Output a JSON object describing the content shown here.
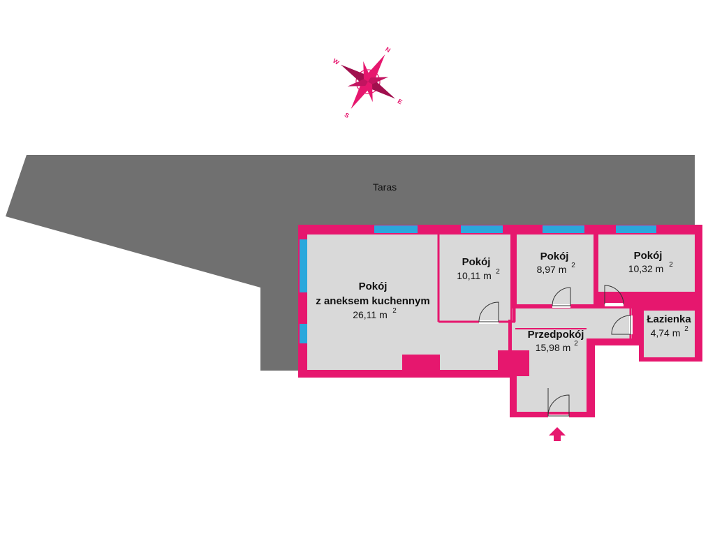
{
  "colors": {
    "wall": "#e6176e",
    "floor": "#d9d9d9",
    "terrace": "#707070",
    "window": "#2aa8dc",
    "label": "#111111"
  },
  "compass": {
    "n": "N",
    "e": "E",
    "s": "S",
    "w": "W"
  },
  "terrace": {
    "label": "Taras"
  },
  "rooms": [
    {
      "id": "living",
      "line1": "Pokój",
      "line2": "z aneksem kuchennym",
      "area": "26,11 m",
      "sup": "2"
    },
    {
      "id": "room1",
      "line1": "Pokój",
      "area": "10,11 m",
      "sup": "2"
    },
    {
      "id": "room2",
      "line1": "Pokój",
      "area": "8,97 m",
      "sup": "2"
    },
    {
      "id": "room3",
      "line1": "Pokój",
      "area": "10,32 m",
      "sup": "2"
    },
    {
      "id": "bathroom",
      "line1": "Łazienka",
      "area": "4,74 m",
      "sup": "2"
    },
    {
      "id": "hall",
      "line1": "Przedpokój",
      "area": "15,98 m",
      "sup": "2"
    }
  ]
}
